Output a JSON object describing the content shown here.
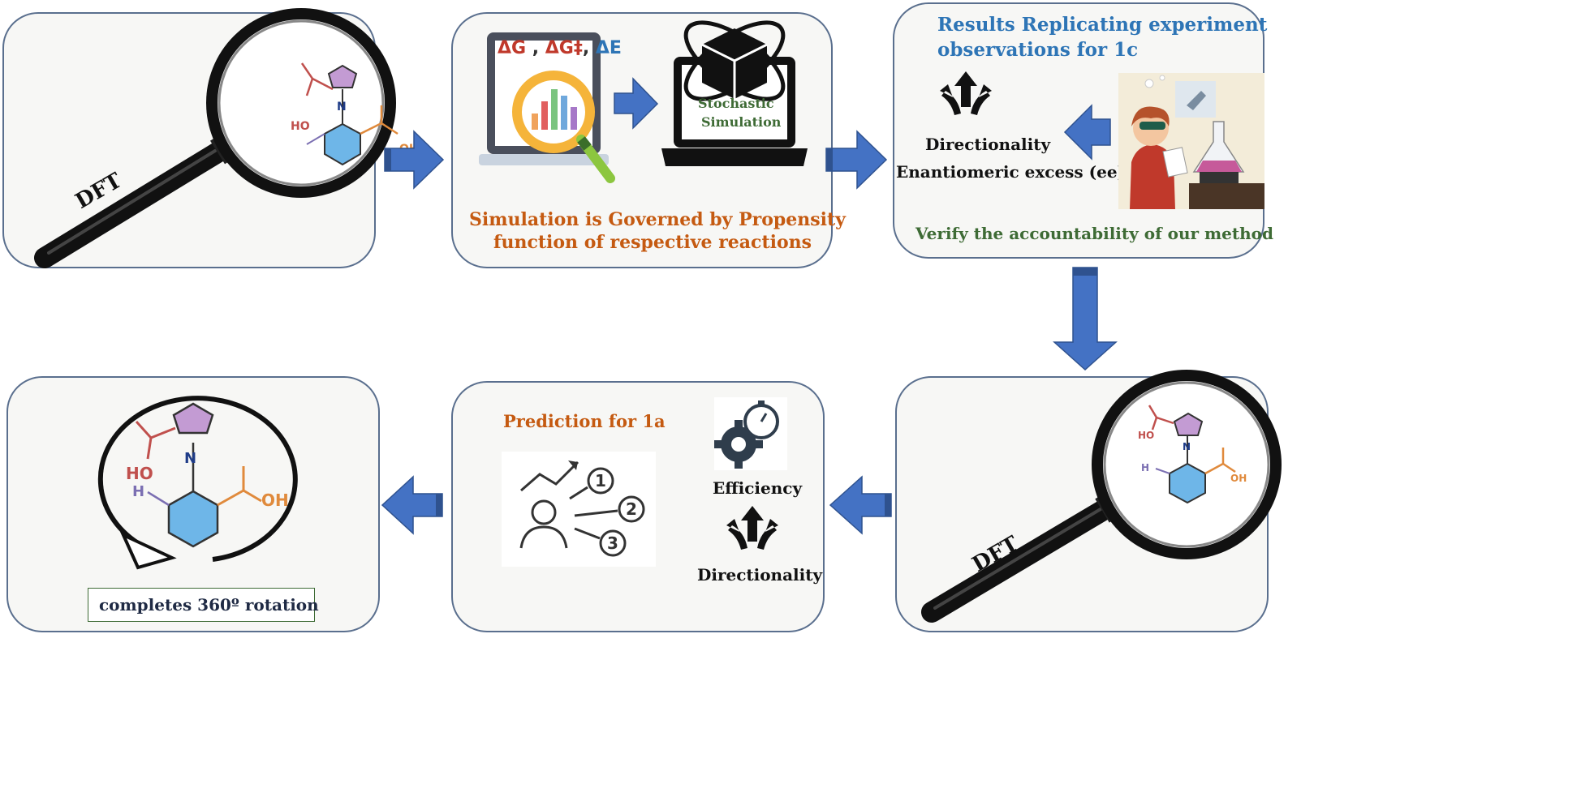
{
  "colors": {
    "arrow_blue": "#4472c4",
    "orange_text": "#c55a11",
    "blue_text": "#2e75b6",
    "green_text": "#3e6b35",
    "dark_text": "#1f1f1f",
    "carbonyl_red": "#c0504d",
    "acid_orange": "#e08a3c",
    "pyrrole_purple": "#c39bd3",
    "benzene_blue": "#6eb6e8",
    "nitrogen_blue": "#1f3c88"
  },
  "panels": {
    "dft_top": {
      "label": "DFT",
      "molecule": {
        "acid_left": "HO",
        "nitrogen": "N",
        "acid_right": "OH"
      }
    },
    "simulation": {
      "energy_terms": [
        "ΔG",
        " , ",
        "ΔG‡",
        ", ",
        "ΔE"
      ],
      "stochastic_line1": "Stochastic",
      "stochastic_line2": "Simulation",
      "caption_line1": "Simulation  is Governed by Propensity",
      "caption_line2": "function  of respective reactions"
    },
    "results": {
      "title_line1": "Results  Replicating  experiment",
      "title_line2": "observations for 1c",
      "directionality": "Directionality",
      "enantiomeric": "Enantiomeric excess (ee)",
      "verify": "Verify the accountability of our method"
    },
    "dft_bottom": {
      "label": "DFT",
      "molecule": {
        "acid_left": "HO",
        "nitrogen": "N",
        "acid_right": "OH",
        "hydrogen": "H"
      }
    },
    "prediction": {
      "title": "Prediction  for 1a",
      "ranks": [
        "1",
        "2",
        "3"
      ],
      "efficiency": "Efficiency",
      "directionality": "Directionality"
    },
    "rotation": {
      "molecule": {
        "acid_left": "HO",
        "nitrogen": "N",
        "acid_right": "OH",
        "hydrogen": "H"
      },
      "caption": "completes 360º rotation"
    }
  },
  "icons": [
    "magnifier-icon",
    "laptop-chart-icon",
    "laptop-cube-icon",
    "split-arrows-icon",
    "scientist-icon",
    "gear-stopwatch-icon",
    "person-ranking-icon",
    "rotation-arrow-icon"
  ]
}
